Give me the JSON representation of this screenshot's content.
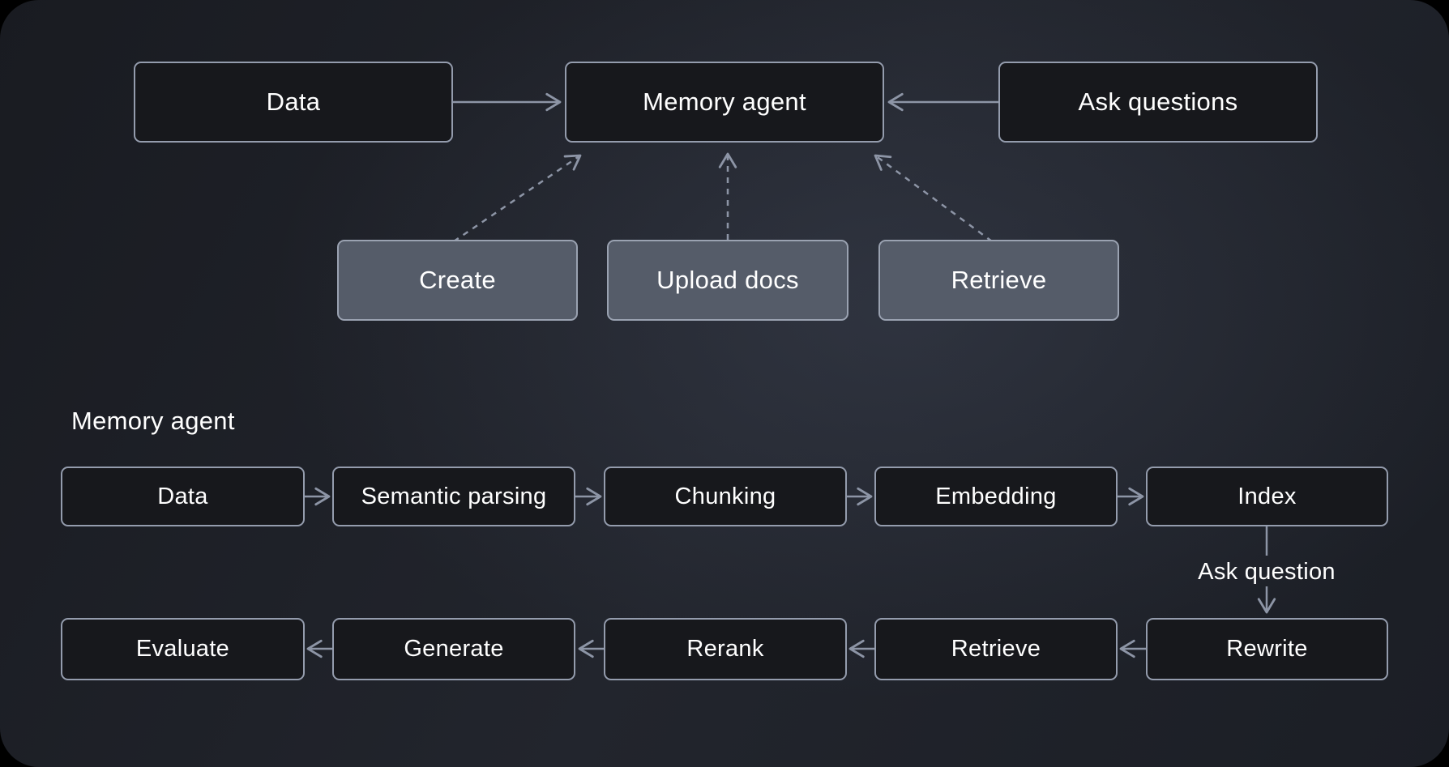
{
  "colors": {
    "text": "#ffffff",
    "arrow": "#8d95a6",
    "dark_box_bg": "#17181c",
    "dark_box_border": "#949cad",
    "light_box_bg": "#555c69",
    "light_box_border": "#9aa2b1",
    "background_center": "#262a33",
    "background_edge": "#191b21"
  },
  "top_flow": {
    "data": "Data",
    "memory_agent": "Memory agent",
    "ask_questions": "Ask questions",
    "create": "Create",
    "upload_docs": "Upload docs",
    "retrieve": "Retrieve"
  },
  "memory_section": {
    "title": "Memory agent",
    "ingest_pipeline": [
      "Data",
      "Semantic parsing",
      "Chunking",
      "Embedding",
      "Index"
    ],
    "connector_label": "Ask question",
    "response_pipeline": [
      "Evaluate",
      "Generate",
      "Rerank",
      "Retrieve",
      "Rewrite"
    ]
  }
}
